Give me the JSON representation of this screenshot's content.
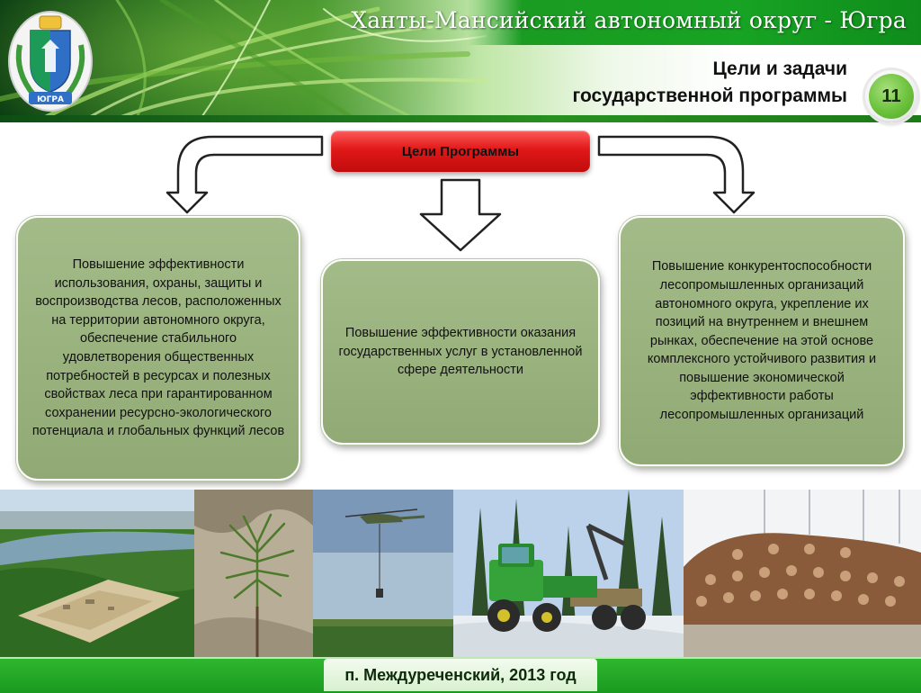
{
  "header": {
    "region_title": "Ханты-Мансийский автономный округ - Югра",
    "slide_title_line1": "Цели и задачи",
    "slide_title_line2": "государственной программы",
    "slide_number": "11",
    "emblem_text": "ЮГРА"
  },
  "diagram": {
    "root_label": "Цели Программы",
    "goals": [
      {
        "text": "Повышение эффективности использования, охраны, защиты и воспроизводства лесов, расположенных на территории автономного округа, обеспечение стабильного удовлетворения общественных потребностей в ресурсах и полезных свойствах леса при гарантированном сохранении ресурсно-экологического потенциала и глобальных функций лесов"
      },
      {
        "text": "Повышение эффективности оказания государственных услуг в установленной сфере деятельности"
      },
      {
        "text": "Повышение конкурентоспособности лесопромышленных организаций автономного округа, укрепление их позиций на внутреннем и внешнем рынках, обеспечение на этой основе комплексного устойчивого развития и повышение экономической эффективности работы лесопромышленных организаций"
      }
    ]
  },
  "photos": [
    "aerial-landscape-photo",
    "pine-seedling-photo",
    "helicopter-photo",
    "forest-harvester-photo",
    "log-pile-photo"
  ],
  "footer": {
    "location_year": "п. Междуреченский, 2013 год"
  },
  "colors": {
    "brand_green": "#1a9b22",
    "goal_box": "#9bb37f",
    "root_pill": "#e11818"
  }
}
